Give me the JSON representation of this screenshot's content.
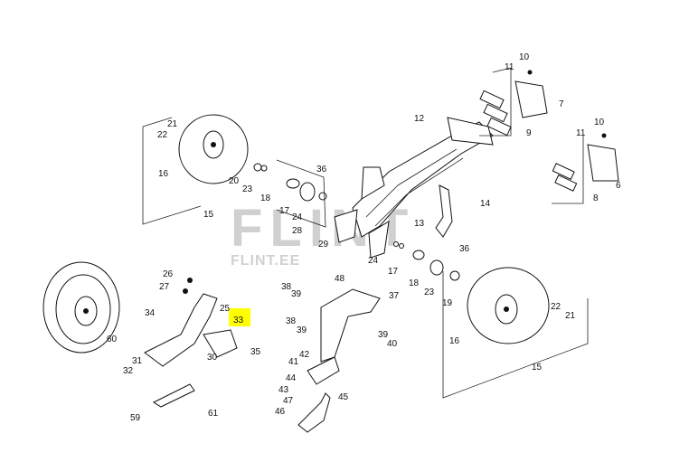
{
  "watermark": {
    "big": "FLINT",
    "small": "FLINT.EE"
  },
  "highlight_callout": "33",
  "callouts": [
    "10",
    "11",
    "7",
    "9",
    "12",
    "21",
    "22",
    "16",
    "20",
    "23",
    "36",
    "18",
    "17",
    "24",
    "28",
    "29",
    "15",
    "13",
    "14",
    "11",
    "10",
    "6",
    "8",
    "24",
    "36",
    "17",
    "18",
    "23",
    "19",
    "22",
    "21",
    "16",
    "15",
    "26",
    "27",
    "25",
    "34",
    "33",
    "60",
    "30",
    "35",
    "31",
    "32",
    "59",
    "61",
    "48",
    "38",
    "39",
    "37",
    "38",
    "39",
    "39",
    "40",
    "42",
    "41",
    "44",
    "43",
    "47",
    "46",
    "45"
  ],
  "colors": {
    "highlight": "#ffff00",
    "ink": "#111111"
  }
}
